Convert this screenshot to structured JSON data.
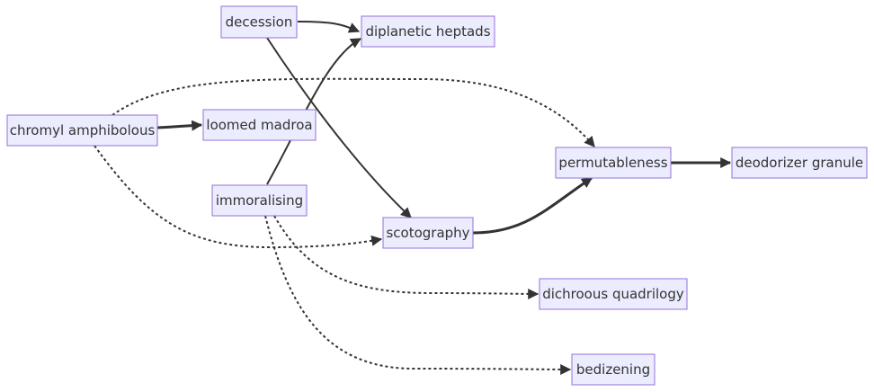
{
  "nodes": {
    "decession": "decession",
    "diplanetic_heptads": "diplanetic heptads",
    "chromyl_amphibolous": "chromyl amphibolous",
    "loomed_madroa": "loomed madroa",
    "immoralising": "immoralising",
    "scotography": "scotography",
    "permutableness": "permutableness",
    "deodorizer_granule": "deodorizer granule",
    "dichroous_quadrilogy": "dichroous quadrilogy",
    "bedizening": "bedizening"
  },
  "edges": [
    {
      "from": "decession",
      "to": "diplanetic_heptads",
      "style": "solid"
    },
    {
      "from": "decession",
      "to": "scotography",
      "style": "solid"
    },
    {
      "from": "immoralising",
      "to": "diplanetic_heptads",
      "style": "solid"
    },
    {
      "from": "chromyl_amphibolous",
      "to": "loomed_madroa",
      "style": "thick"
    },
    {
      "from": "chromyl_amphibolous",
      "to": "permutableness",
      "style": "dotted"
    },
    {
      "from": "chromyl_amphibolous",
      "to": "scotography",
      "style": "dotted"
    },
    {
      "from": "scotography",
      "to": "permutableness",
      "style": "thick"
    },
    {
      "from": "permutableness",
      "to": "deodorizer_granule",
      "style": "thick"
    },
    {
      "from": "immoralising",
      "to": "dichroous_quadrilogy",
      "style": "dotted"
    },
    {
      "from": "immoralising",
      "to": "bedizening",
      "style": "dotted"
    }
  ],
  "colors": {
    "node_fill": "#ECECFF",
    "node_border": "#9370DB",
    "edge": "#333333",
    "text": "#333333"
  }
}
